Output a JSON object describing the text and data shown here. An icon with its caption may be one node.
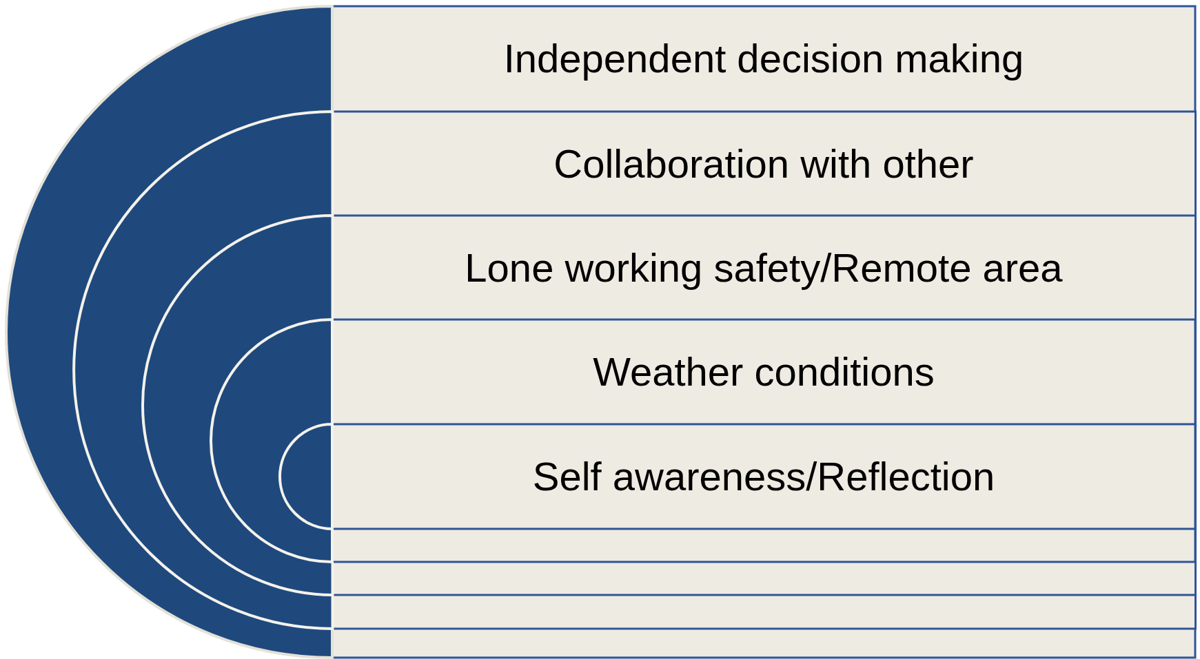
{
  "diagram": {
    "nodes": [
      {
        "text": [
          "Independent decision making"
        ]
      },
      {
        "text": [
          "Collaboration with other"
        ],
        "in": 0
      },
      {
        "text": [
          "Lone working safety/Remote area"
        ],
        "in": 1
      },
      {
        "text": [
          "Weather conditions"
        ],
        "in": 2
      },
      {
        "text": [
          "Self awareness/Reflection"
        ],
        "in": 3
      }
    ]
  }
}
